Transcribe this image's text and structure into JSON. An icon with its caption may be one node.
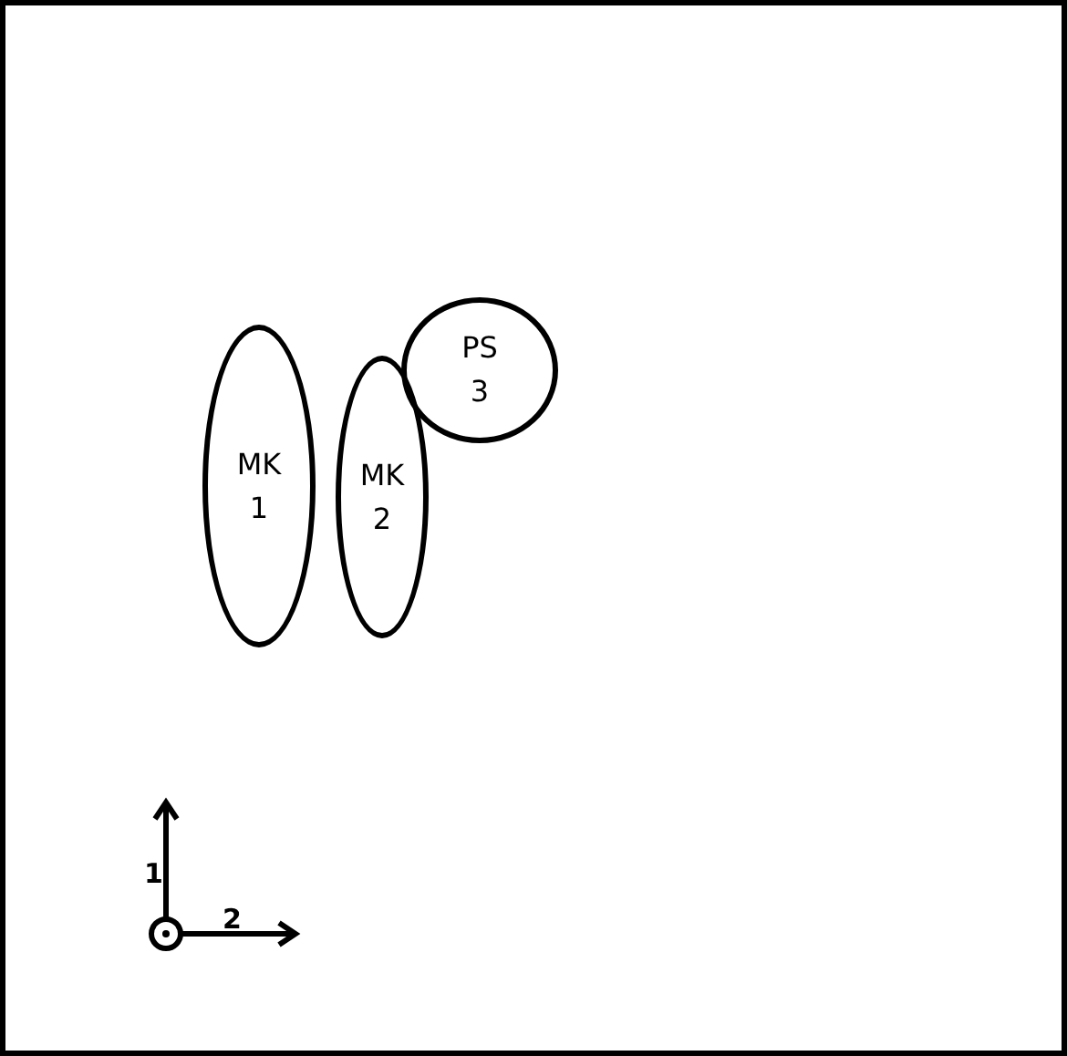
{
  "diagram": {
    "nodes": [
      {
        "text": [
          "MK 1"
        ]
      },
      {
        "text": [
          "MK 2"
        ]
      },
      {
        "text": [
          "PS 3"
        ]
      }
    ],
    "labels": [
      "1",
      "2"
    ]
  }
}
